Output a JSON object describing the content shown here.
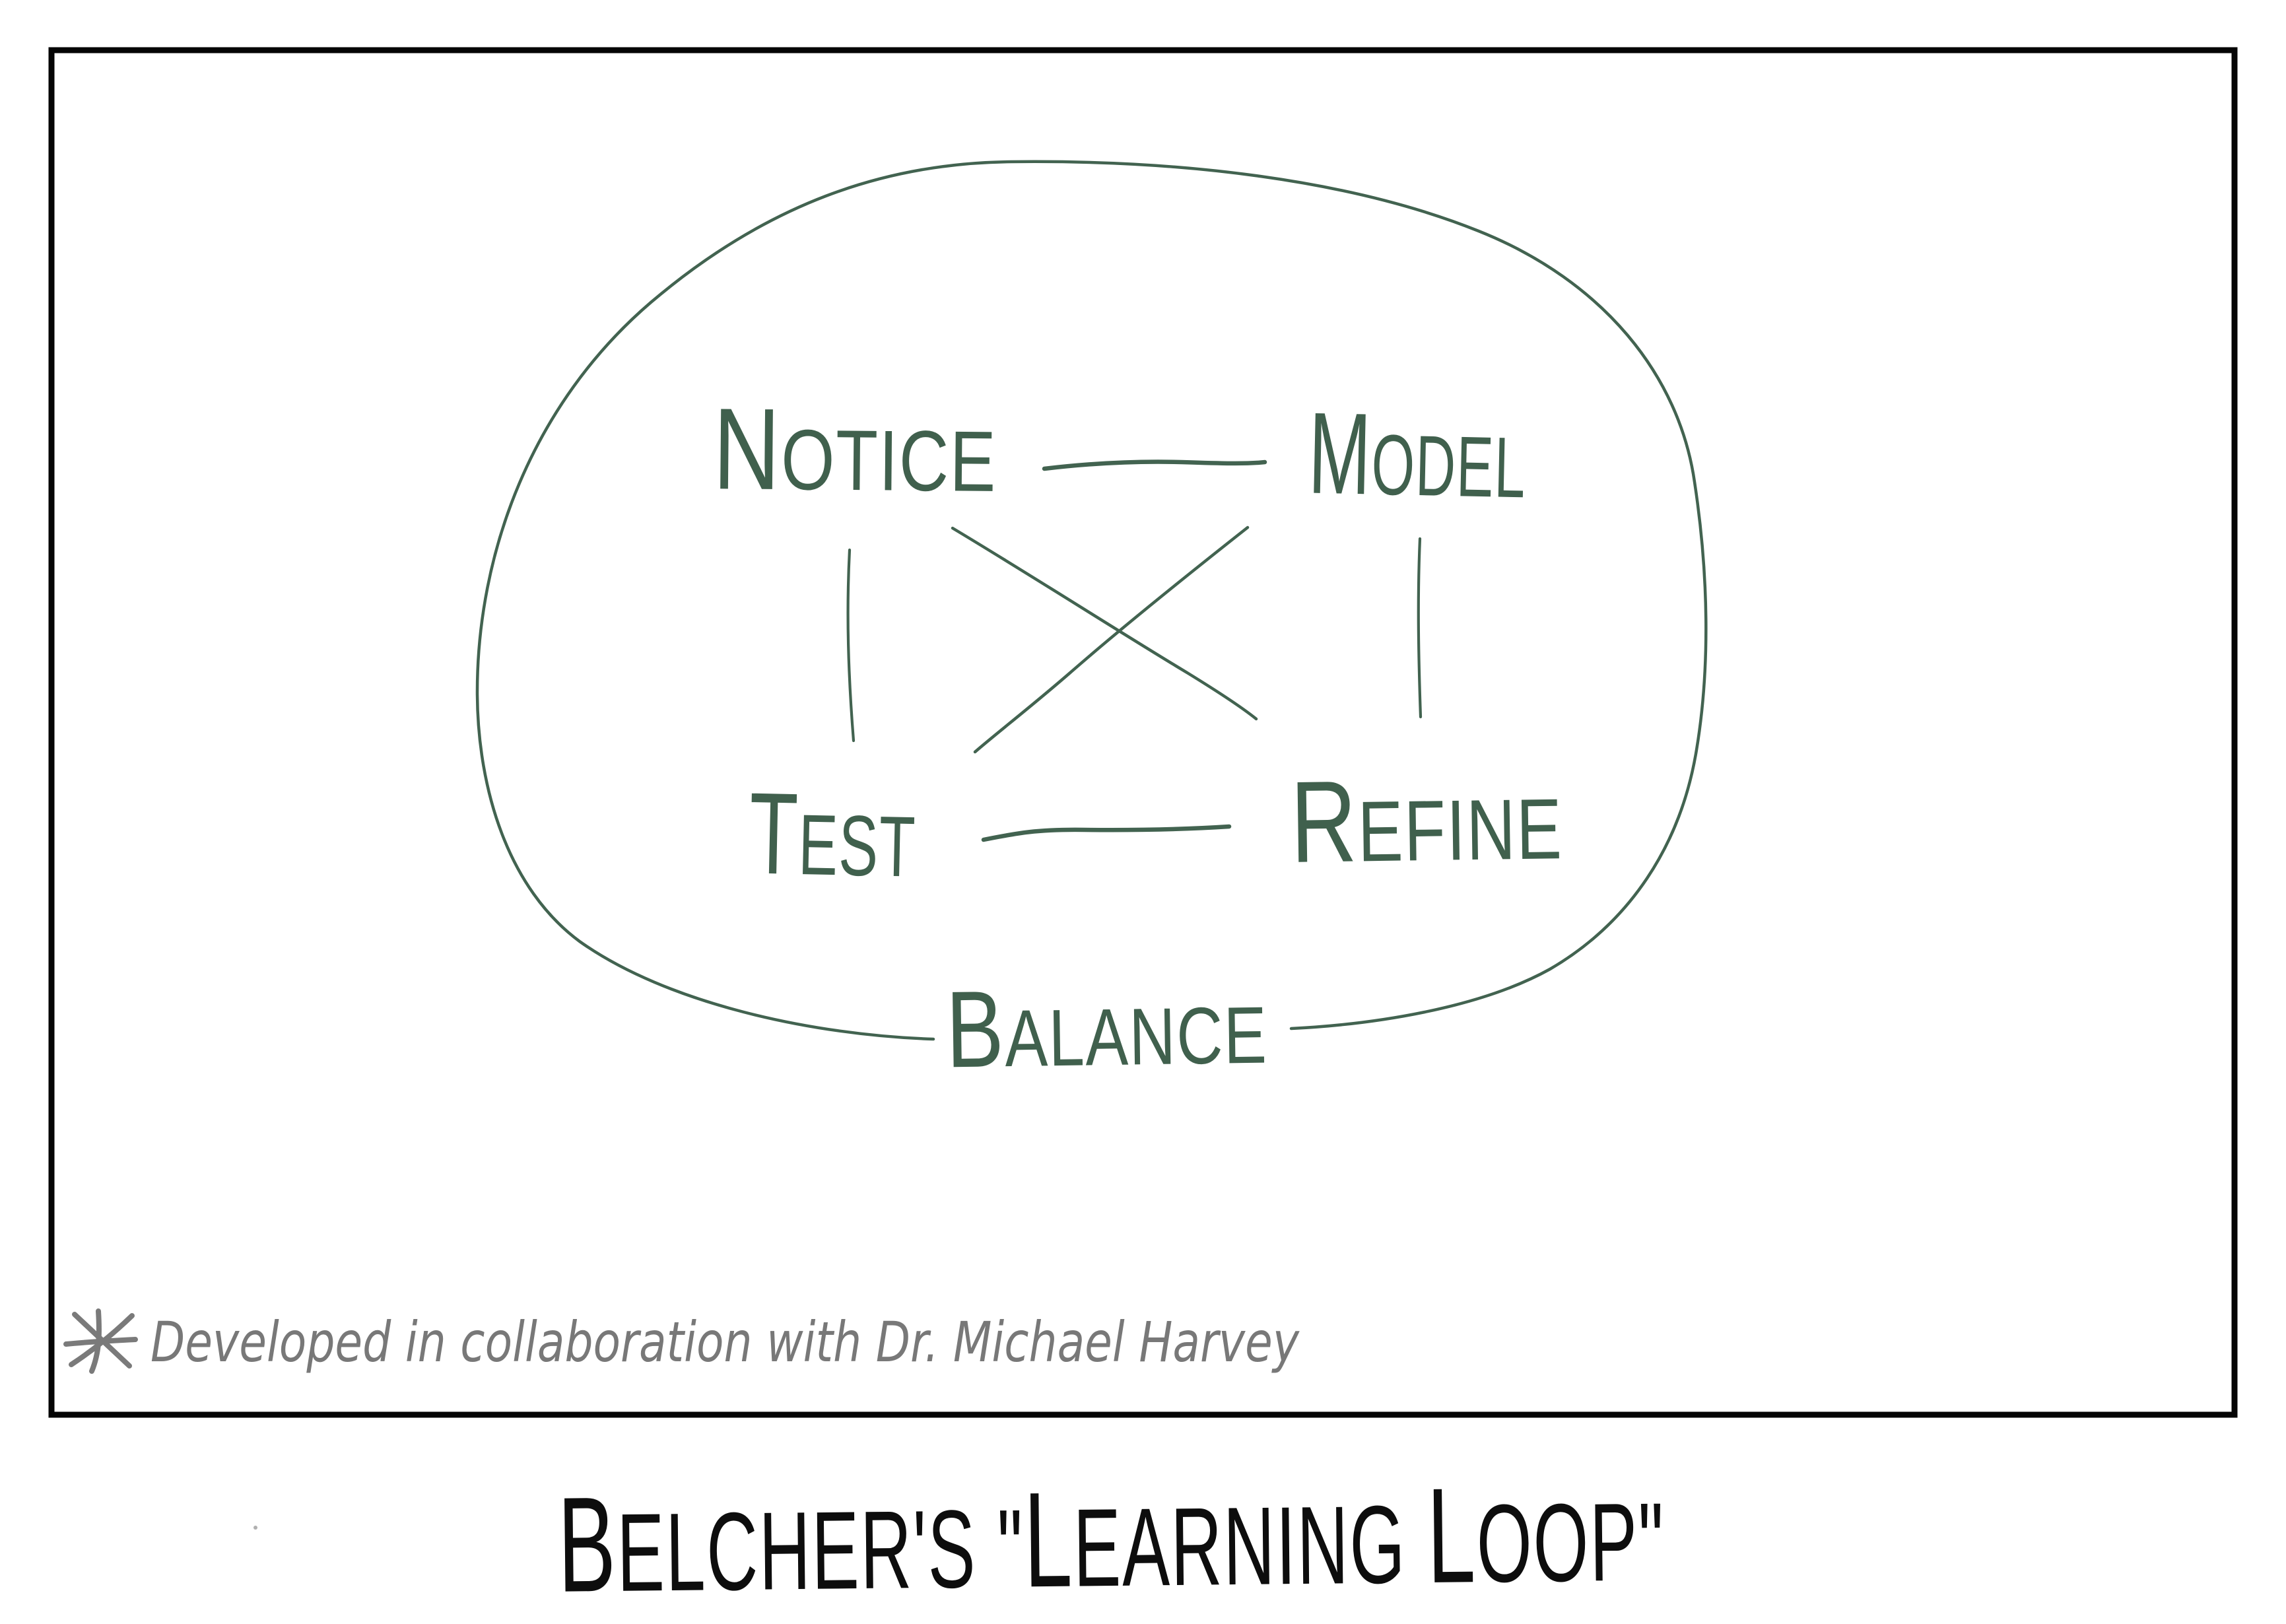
{
  "caption": "BELCHER'S \"LEARNING LOOP\"",
  "diagram": {
    "nodes": [
      {
        "id": "notice",
        "label": "NOTICE"
      },
      {
        "id": "model",
        "label": "MODEL"
      },
      {
        "id": "test",
        "label": "TEST"
      },
      {
        "id": "refine",
        "label": "REFINE"
      }
    ],
    "loop_label": "BALANCE",
    "edges": [
      {
        "from": "NOTICE",
        "to": "MODEL"
      },
      {
        "from": "TEST",
        "to": "REFINE"
      },
      {
        "from": "NOTICE",
        "to": "TEST"
      },
      {
        "from": "MODEL",
        "to": "REFINE"
      },
      {
        "from": "NOTICE",
        "to": "REFINE"
      },
      {
        "from": "MODEL",
        "to": "TEST"
      }
    ]
  },
  "footnote": {
    "marker": "∗",
    "text": "Developed in collaboration with Dr. Michael Harvey"
  },
  "icons": {
    "asterisk": "∗"
  },
  "colors": {
    "ink_green": "#426350",
    "footnote_gray": "#787878",
    "text_black": "#0d0d0d",
    "frame_black": "#050505",
    "background": "#ffffff"
  }
}
